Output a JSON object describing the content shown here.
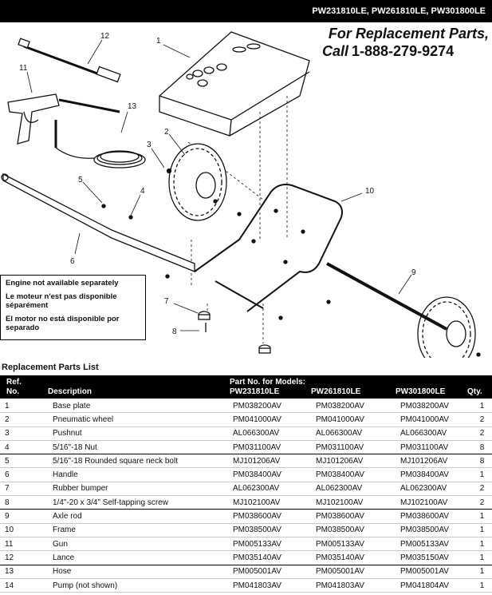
{
  "header": {
    "models": "PW231810LE, PW261810LE, PW301800LE",
    "line1": "For Replacement Parts,",
    "call": "Call",
    "phone": "1-888-279-9274"
  },
  "callouts": [
    "1",
    "2",
    "3",
    "4",
    "5",
    "6",
    "7",
    "8",
    "9",
    "10",
    "11",
    "12",
    "13"
  ],
  "notice": {
    "en": "Engine not available separately",
    "fr": "Le moteur n'est pas disponible séparément",
    "es": "El motor no está disponible por separado"
  },
  "parts_list": {
    "title": "Replacement Parts List",
    "headers": {
      "ref": "Ref.",
      "no": "No.",
      "description": "Description",
      "models_label": "Part No. for Models:",
      "m1": "PW231810LE",
      "m2": "PW261810LE",
      "m3": "PW301800LE",
      "qty": "Qty."
    },
    "rows": [
      [
        "1",
        "Base plate",
        "PM038200AV",
        "PM038200AV",
        "PM038200AV",
        "1"
      ],
      [
        "2",
        "Pneumatic wheel",
        "PM041000AV",
        "PM041000AV",
        "PM041000AV",
        "2"
      ],
      [
        "3",
        "Pushnut",
        "AL066300AV",
        "AL066300AV",
        "AL066300AV",
        "2"
      ],
      [
        "4",
        "5/16\"-18 Nut",
        "PM031100AV",
        "PM031100AV",
        "PM031100AV",
        "8"
      ],
      [
        "5",
        "5/16\"-18 Rounded square neck bolt",
        "MJ101206AV",
        "MJ101206AV",
        "MJ101206AV",
        "8"
      ],
      [
        "6",
        "Handle",
        "PM038400AV",
        "PM038400AV",
        "PM038400AV",
        "1"
      ],
      [
        "7",
        "Rubber bumper",
        "AL062300AV",
        "AL062300AV",
        "AL062300AV",
        "2"
      ],
      [
        "8",
        "1/4\"-20 x 3/4\" Self-tapping screw",
        "MJ102100AV",
        "MJ102100AV",
        "MJ102100AV",
        "2"
      ],
      [
        "9",
        "Axle rod",
        "PM038600AV",
        "PM038600AV",
        "PM038600AV",
        "1"
      ],
      [
        "10",
        "Frame",
        "PM038500AV",
        "PM038500AV",
        "PM038500AV",
        "1"
      ],
      [
        "11",
        "Gun",
        "PM005133AV",
        "PM005133AV",
        "PM005133AV",
        "1"
      ],
      [
        "12",
        "Lance",
        "PM035140AV",
        "PM035140AV",
        "PM035150AV",
        "1"
      ],
      [
        "13",
        "Hose",
        "PM005001AV",
        "PM005001AV",
        "PM005001AV",
        "1"
      ],
      [
        "14",
        "Pump (not shown)",
        "PM041803AV",
        "PM041803AV",
        "PM041804AV",
        "1"
      ]
    ]
  }
}
